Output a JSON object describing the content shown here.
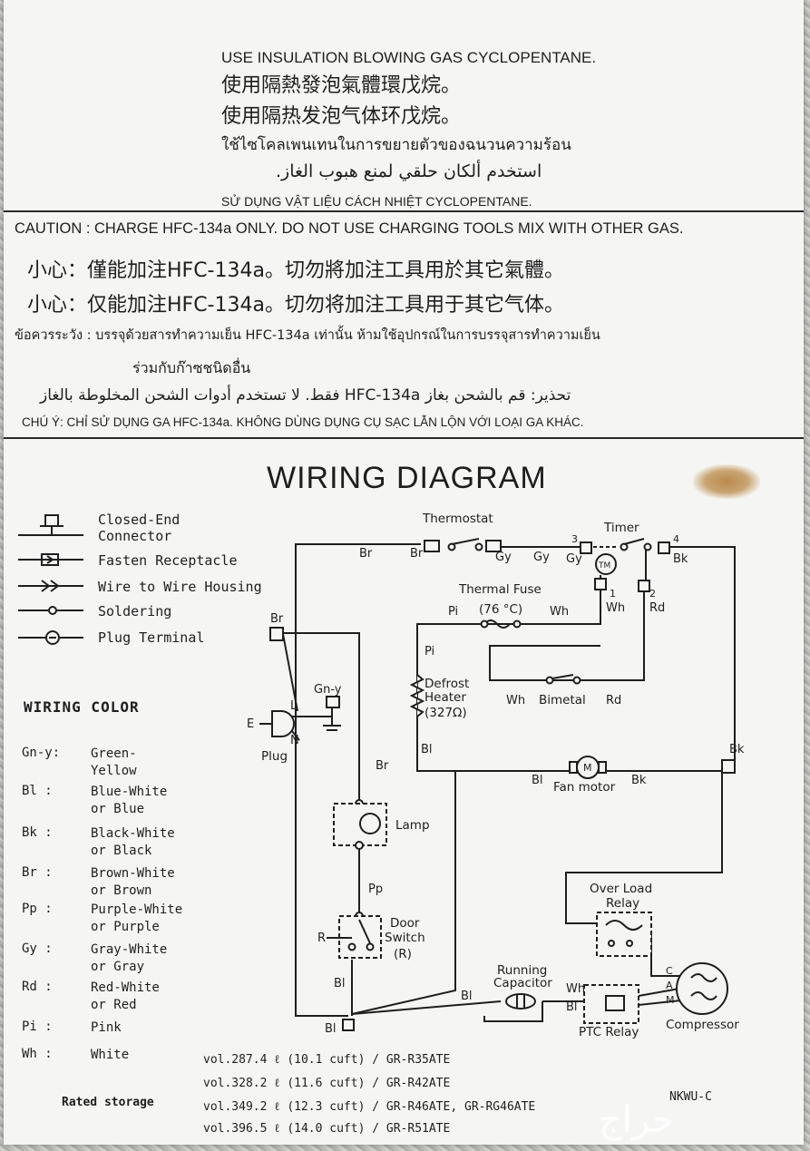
{
  "insulation": {
    "en": "USE INSULATION BLOWING GAS CYCLOPENTANE.",
    "zh_tw": "使用隔熱發泡氣體環戊烷。",
    "zh_cn": "使用隔热发泡气体环戊烷。",
    "th": "ใช้ไซโคลเพนเทนในการขยายตัวของฉนวนความร้อน",
    "ar": "استخدم ألكان حلقي لمنع هبوب الغاز.",
    "vi": "SỬ DỤNG VẬT LIỆU CÁCH NHIỆT CYCLOPENTANE."
  },
  "caution": {
    "en": "CAUTION : CHARGE HFC-134a ONLY. DO NOT USE CHARGING TOOLS MIX WITH OTHER GAS.",
    "zh_tw": "小心：僅能加注HFC-134a。切勿將加注工具用於其它氣體。",
    "zh_cn": "小心：仅能加注HFC-134a。切勿将加注工具用于其它气体。",
    "th_1": "ข้อควรระวัง : บรรจุด้วยสารทำความเย็น HFC-134a เท่านั้น ห้ามใช้อุปกรณ์ในการบรรจุสารทำความเย็น",
    "th_2": "ร่วมกับก๊าซชนิดอื่น",
    "ar": "تحذير: قم بالشحن بغاز HFC-134a فقط. لا تستخدم أدوات الشحن المخلوطة بالغاز",
    "vi": "CHÚ Ý: CHỈ SỬ DỤNG GA HFC-134a. KHÔNG DÙNG DỤNG CỤ SẠC LẪN LỘN VỚI LOẠI GA KHÁC."
  },
  "diagram": {
    "title": "WIRING DIAGRAM",
    "legend": [
      {
        "icon": "closed-end-connector-icon",
        "label_1": "Closed-End",
        "label_2": "Connector"
      },
      {
        "icon": "fasten-receptacle-icon",
        "label_1": "Fasten Receptacle",
        "label_2": ""
      },
      {
        "icon": "wire-housing-icon",
        "label_1": "Wire to Wire Housing",
        "label_2": ""
      },
      {
        "icon": "soldering-icon",
        "label_1": "Soldering",
        "label_2": ""
      },
      {
        "icon": "plug-terminal-icon",
        "label_1": "Plug Terminal",
        "label_2": ""
      }
    ],
    "wiring_color_heading": "WIRING COLOR",
    "wiring_colors": [
      {
        "code": "Gn-y:",
        "desc_1": "Green-",
        "desc_2": "Yellow"
      },
      {
        "code": "Bl :",
        "desc_1": "Blue-White",
        "desc_2": "or Blue"
      },
      {
        "code": "Bk :",
        "desc_1": "Black-White",
        "desc_2": "or Black"
      },
      {
        "code": "Br :",
        "desc_1": "Brown-White",
        "desc_2": "or Brown"
      },
      {
        "code": "Pp :",
        "desc_1": "Purple-White",
        "desc_2": "or Purple"
      },
      {
        "code": "Gy :",
        "desc_1": "Gray-White",
        "desc_2": "or Gray"
      },
      {
        "code": "Rd :",
        "desc_1": "Red-White",
        "desc_2": "or Red"
      },
      {
        "code": "Pi :",
        "desc_1": "Pink",
        "desc_2": ""
      },
      {
        "code": "Wh :",
        "desc_1": "White",
        "desc_2": ""
      }
    ],
    "components": {
      "thermostat": "Thermostat",
      "timer": "Timer",
      "tm": "TM",
      "thermal_fuse": "Thermal Fuse",
      "thermal_fuse_rating": "(76 °C)",
      "defrost_heater_1": "Defrost",
      "defrost_heater_2": "Heater",
      "defrost_heater_3": "(327Ω)",
      "bimetal": "Bimetal",
      "fan_motor": "Fan motor",
      "m": "M",
      "lamp": "Lamp",
      "door_switch_1": "Door",
      "door_switch_2": "Switch",
      "door_switch_3": "(R)",
      "plug": "Plug",
      "overload_1": "Over Load",
      "overload_2": "Relay",
      "running_cap_1": "Running",
      "running_cap_2": "Capacitor",
      "ptc_relay": "PTC Relay",
      "compressor": "Compressor"
    },
    "wire_labels": {
      "br": "Br",
      "gy": "Gy",
      "bk": "Bk",
      "pi": "Pi",
      "wh": "Wh",
      "rd": "Rd",
      "bl": "Bl",
      "pp": "Pp",
      "gn_y": "Gn-y",
      "e": "E",
      "l": "L",
      "n": "N",
      "r": "R",
      "t1": "1",
      "t2": "2",
      "t3": "3",
      "t4": "4",
      "c": "C",
      "a": "A",
      "m2": "M"
    }
  },
  "rated_storage": {
    "label": "Rated storage",
    "volumes": [
      "vol.287.4 ℓ (10.1 cuft) / GR-R35ATE",
      "vol.328.2 ℓ (11.6 cuft) / GR-R42ATE",
      "vol.349.2 ℓ (12.3 cuft) / GR-R46ATE, GR-RG46ATE",
      "vol.396.5 ℓ (14.0 cuft) / GR-R51ATE"
    ],
    "code": "NKWU-C"
  },
  "watermark": "حراج",
  "colors": {
    "label_bg": "#f5f6f4",
    "ink": "#1e1e1e",
    "foil": "#b9b9b6",
    "stain": "#b98a4c"
  }
}
